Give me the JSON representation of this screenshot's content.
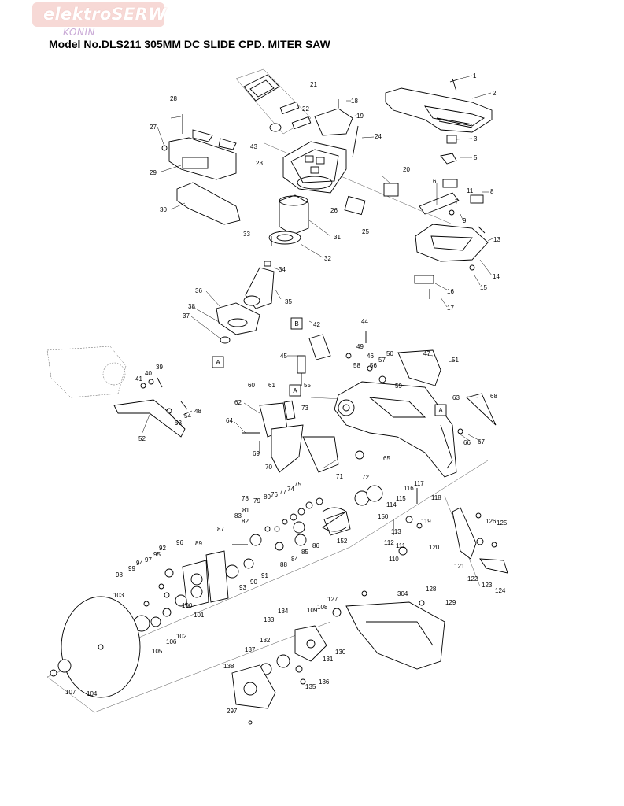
{
  "header": {
    "logo": "elektroSERW",
    "logo_sub": "KONIN",
    "title": "Model No.DLS211 305MM DC SLIDE CPD. MITER SAW"
  },
  "diagram": {
    "markers": [
      "A",
      "B",
      "A",
      "A"
    ],
    "labels": [
      "1",
      "2",
      "3",
      "5",
      "6",
      "7",
      "8",
      "9",
      "11",
      "13",
      "14",
      "15",
      "16",
      "17",
      "18",
      "19",
      "20",
      "21",
      "22",
      "23",
      "24",
      "25",
      "26",
      "27",
      "28",
      "29",
      "30",
      "31",
      "32",
      "33",
      "34",
      "35",
      "36",
      "37",
      "38",
      "39",
      "40",
      "41",
      "42",
      "43",
      "44",
      "45",
      "46",
      "47",
      "48",
      "49",
      "50",
      "51",
      "52",
      "53",
      "54",
      "55",
      "56",
      "57",
      "58",
      "59",
      "60",
      "61",
      "62",
      "63",
      "64",
      "65",
      "66",
      "67",
      "68",
      "69",
      "70",
      "71",
      "72",
      "73",
      "74",
      "75",
      "76",
      "77",
      "78",
      "79",
      "80",
      "81",
      "82",
      "83",
      "84",
      "85",
      "86",
      "87",
      "88",
      "89",
      "90",
      "91",
      "92",
      "93",
      "94",
      "95",
      "96",
      "97",
      "98",
      "99",
      "100",
      "101",
      "102",
      "103",
      "104",
      "105",
      "106",
      "107",
      "108",
      "109",
      "110",
      "111",
      "112",
      "113",
      "114",
      "115",
      "116",
      "117",
      "118",
      "119",
      "120",
      "121",
      "122",
      "123",
      "124",
      "125",
      "126",
      "127",
      "128",
      "129",
      "130",
      "131",
      "132",
      "133",
      "134",
      "135",
      "136",
      "137",
      "138",
      "150",
      "152",
      "297",
      "304"
    ]
  }
}
